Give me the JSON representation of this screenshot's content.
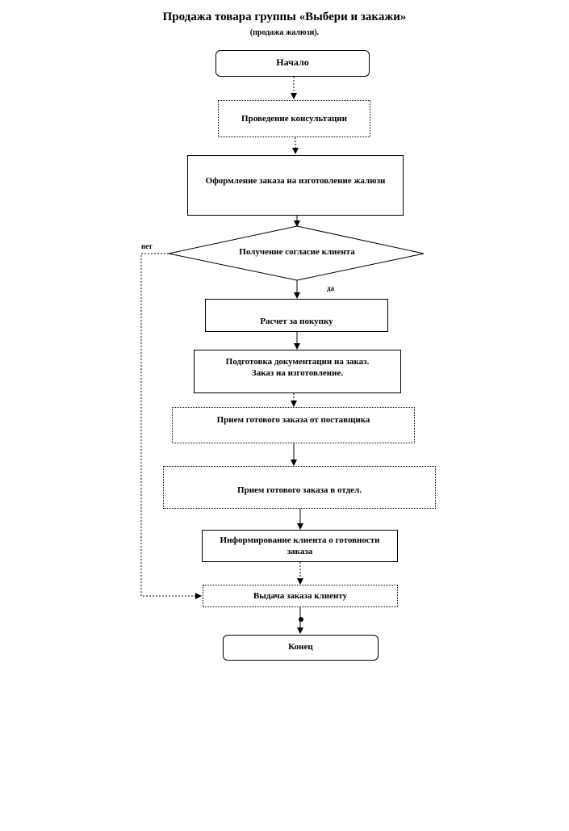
{
  "title": "Продажа товара группы «Выбери и закажи»",
  "subtitle": "(продажа жалюзи).",
  "nodes": {
    "start": "Начало",
    "consult": "Проведение консультации",
    "order_form": "Оформление заказа на изготовление жалюзи",
    "decision": "Получение согласие клиента",
    "payment": "Расчет за покупку",
    "docs_line1": "Подготовка документации на заказ.",
    "docs_line2": "Заказ на изготовление.",
    "receive_supplier": "Прием готового заказа от поставщика",
    "receive_dept": "Прием готового заказа в отдел.",
    "inform_line1": "Информирование клиента о готовности",
    "inform_line2": "заказа",
    "deliver": "Выдача заказа клиенту",
    "end": "Конец"
  },
  "labels": {
    "no": "нет",
    "yes": "да"
  }
}
